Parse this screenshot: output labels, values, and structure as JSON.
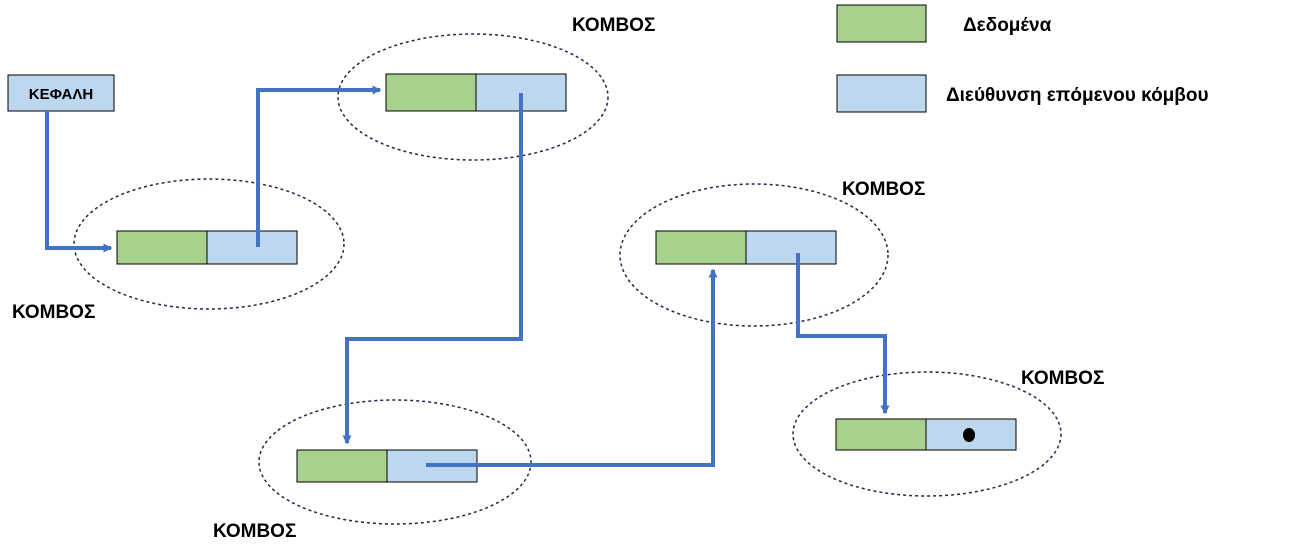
{
  "colors": {
    "data_cell": "#a9d18e",
    "pointer_cell": "#bdd7ee",
    "arrow": "#4472c4",
    "outline": "#000000",
    "ellipse_stroke": "#1f2a44",
    "null_dot": "#000000"
  },
  "head": {
    "label": "ΚΕΦΑΛΗ"
  },
  "nodes": [
    {
      "label": "ΚΟΜΒΟΣ"
    },
    {
      "label": "ΚΟΜΒΟΣ"
    },
    {
      "label": "ΚΟΜΒΟΣ"
    },
    {
      "label": "ΚΟΜΒΟΣ"
    },
    {
      "label": "ΚΟΜΒΟΣ"
    }
  ],
  "legend": {
    "data_label": "Δεδομένα",
    "pointer_label": "Διεύθυνση επόμενου κόμβου"
  }
}
